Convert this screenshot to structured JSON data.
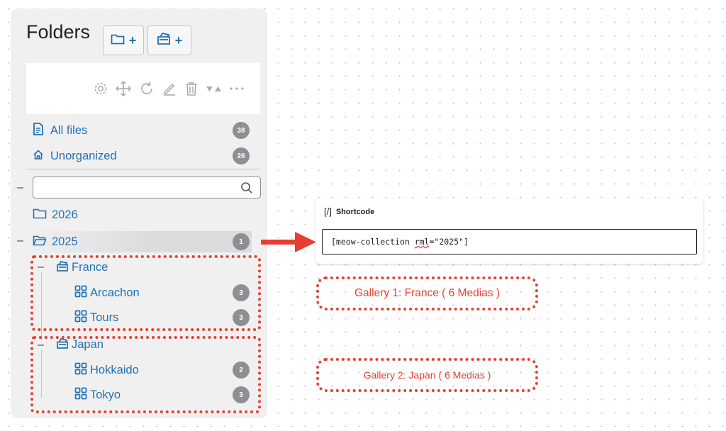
{
  "panel": {
    "title": "Folders",
    "add_folder_plus": "+",
    "add_collection_plus": "+",
    "toolbar_icons": [
      "gear-icon",
      "move-icon",
      "refresh-icon",
      "pencil-icon",
      "trash-icon",
      "sort-icon",
      "more-icon"
    ]
  },
  "nav": {
    "all_files": {
      "label": "All files",
      "count": "38"
    },
    "unorganized": {
      "label": "Unorganized",
      "count": "26"
    }
  },
  "search": {
    "placeholder": "",
    "value": ""
  },
  "tree": {
    "y2026": {
      "label": "2026"
    },
    "y2025": {
      "label": "2025",
      "count": "1"
    },
    "france": {
      "label": "France"
    },
    "arcachon": {
      "label": "Arcachon",
      "count": "3"
    },
    "tours": {
      "label": "Tours",
      "count": "3"
    },
    "japan": {
      "label": "Japan"
    },
    "hokkaido": {
      "label": "Hokkaido",
      "count": "2"
    },
    "tokyo": {
      "label": "Tokyo",
      "count": "3"
    }
  },
  "shortcode": {
    "header_icon": "[/]",
    "header": "Shortcode",
    "code_prefix": "[meow-collection ",
    "code_attr": "rml",
    "code_suffix": "=\"2025\"]"
  },
  "annotations": {
    "gallery1": "Gallery 1: France ( 6 Medias )",
    "gallery2": "Gallery 2: Japan ( 6 Medias )"
  },
  "colors": {
    "accent": "#2271b1",
    "badge": "#8c8f94",
    "annotation": "#e5402f"
  }
}
